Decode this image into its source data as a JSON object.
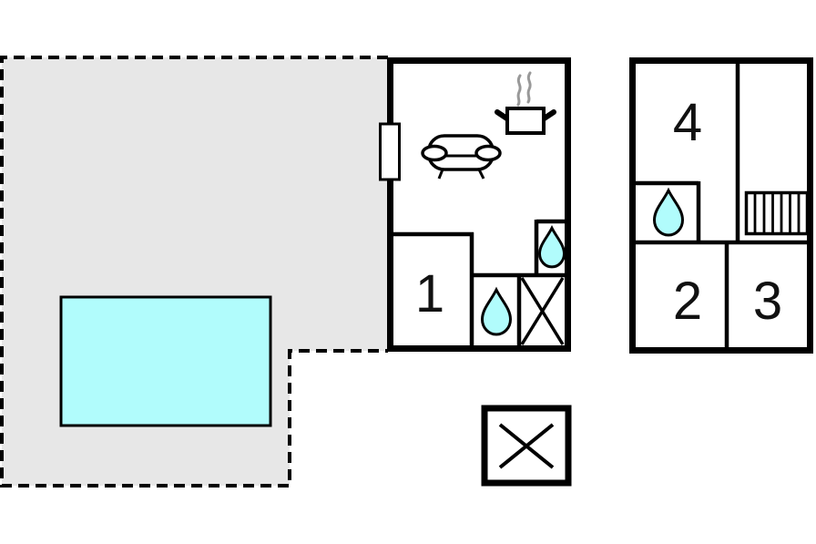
{
  "floorplan": {
    "title": "holiday-home-floor-plan",
    "background": "#ffffff",
    "colors": {
      "wall": "#000000",
      "terrace_fill": "#e7e7e7",
      "terrace_border": "#000000",
      "water": "#b1fcfc",
      "steam": "#999999",
      "label": "#111111"
    },
    "terrace": {
      "name": "terrace-area",
      "pool": "swimming-pool"
    },
    "main_building": {
      "rooms": {
        "r1": "1"
      },
      "icons": [
        "door-icon",
        "sofa-icon",
        "cooking-pot-icon",
        "steam-icon",
        "water-drop-icon",
        "water-drop-icon",
        "cross-marker-icon"
      ]
    },
    "second_building": {
      "rooms": {
        "r2": "2",
        "r3": "3",
        "r4": "4"
      },
      "icons": [
        "water-drop-icon",
        "stairs-icon"
      ]
    },
    "annex": {
      "icons": [
        "cross-marker-icon"
      ]
    }
  }
}
